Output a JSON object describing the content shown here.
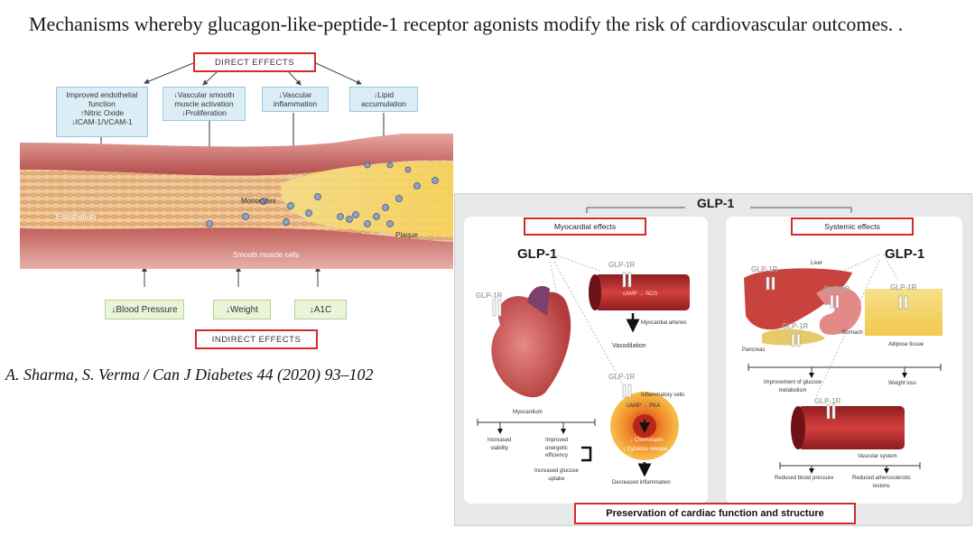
{
  "title": "Mechanisms whereby glucagon-like-peptide-1 receptor agonists modify the risk of cardiovascular outcomes. .",
  "citation": "A. Sharma, S. Verma / Can J Diabetes 44 (2020) 93–102",
  "left_figure": {
    "direct_effects_label": "DIRECT EFFECTS",
    "indirect_effects_label": "INDIRECT EFFECTS",
    "direct_boxes": [
      [
        "Improved endothelial",
        "function",
        "↑Nitric Oxide",
        "↓ICAM-1/VCAM-1"
      ],
      [
        "↓Vascular smooth",
        "muscle activation",
        "↓Proliferation"
      ],
      [
        "↓Vascular",
        "inflammation"
      ],
      [
        "↓Lipid",
        "accumulation"
      ]
    ],
    "vessel_labels": {
      "endothelium": "Endothelium",
      "monocytes": "Monocytes",
      "plaque": "Plaque",
      "smooth_muscle": "Smooth muscle cells"
    },
    "indirect_boxes": [
      "↓Blood Pressure",
      "↓Weight",
      "↓A1C"
    ]
  },
  "right_figure": {
    "header": "GLP-1",
    "footer": "Preservation of cardiac function and structure",
    "myocardial": {
      "label": "Myocardial effects",
      "glp1": "GLP-1",
      "receptor": "GLP-1R",
      "artery_text": "cAMP → NOS",
      "artery_caption": "Myocardial arteries",
      "vasodilation": "Vasodilation",
      "inflammatory_cells": "Inflammatory cells",
      "camp_pka": "cAMP → PKA",
      "chemotaxis": "↓ Chemotaxis",
      "cytokine": "↓ Cytokine release",
      "myocardium": "Myocardium",
      "increased_viability": [
        "Increased",
        "viability"
      ],
      "improved_efficiency": [
        "Improved",
        "energetic",
        "efficiency"
      ],
      "glucose_uptake": [
        "Increased glucose",
        "uptake"
      ],
      "decreased_inflammation": "Decreased inflammation"
    },
    "systemic": {
      "label": "Systemic effects",
      "glp1": "GLP-1",
      "receptor": "GLP-1R",
      "liver": "Liver",
      "pancreas": "Pancreas",
      "stomach": "Stomach",
      "adipose": "Adipose tissue",
      "glucose_metabolism": [
        "Improvement of glucose",
        "metabolism"
      ],
      "weight_loss": "Weight loss",
      "vascular_system": "Vascular system",
      "reduced_bp": "Reduced blood pressure",
      "reduced_athero": [
        "Reduced atherosclerotic",
        "lesions"
      ]
    }
  },
  "colors": {
    "red_box": "#d42a2a",
    "blue_box": "#dbeef6",
    "green_box": "#eaf4d9",
    "artery": "#b3262a",
    "panel_bg": "#e6e8e9"
  }
}
